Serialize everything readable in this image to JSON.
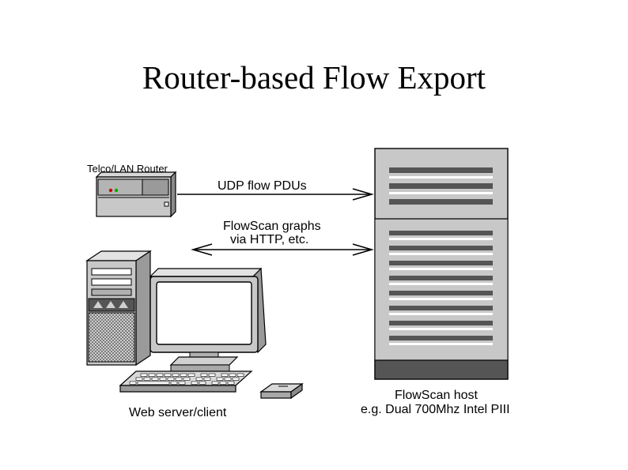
{
  "slide": {
    "title": "Router-based Flow Export"
  },
  "labels": {
    "router": "Telco/LAN  Router",
    "udp_arrow": "UDP flow PDUs",
    "http_line1": "FlowScan graphs",
    "http_line2": "via HTTP, etc.",
    "web_client": "Web server/client",
    "host_line1": "FlowScan host",
    "host_line2": "e.g. Dual 700Mhz Intel PIII"
  },
  "colors": {
    "device_gray": "#c8c8c8",
    "dark_gray": "#555555",
    "panel_gray": "#d6d6d6",
    "outline": "#000000"
  }
}
